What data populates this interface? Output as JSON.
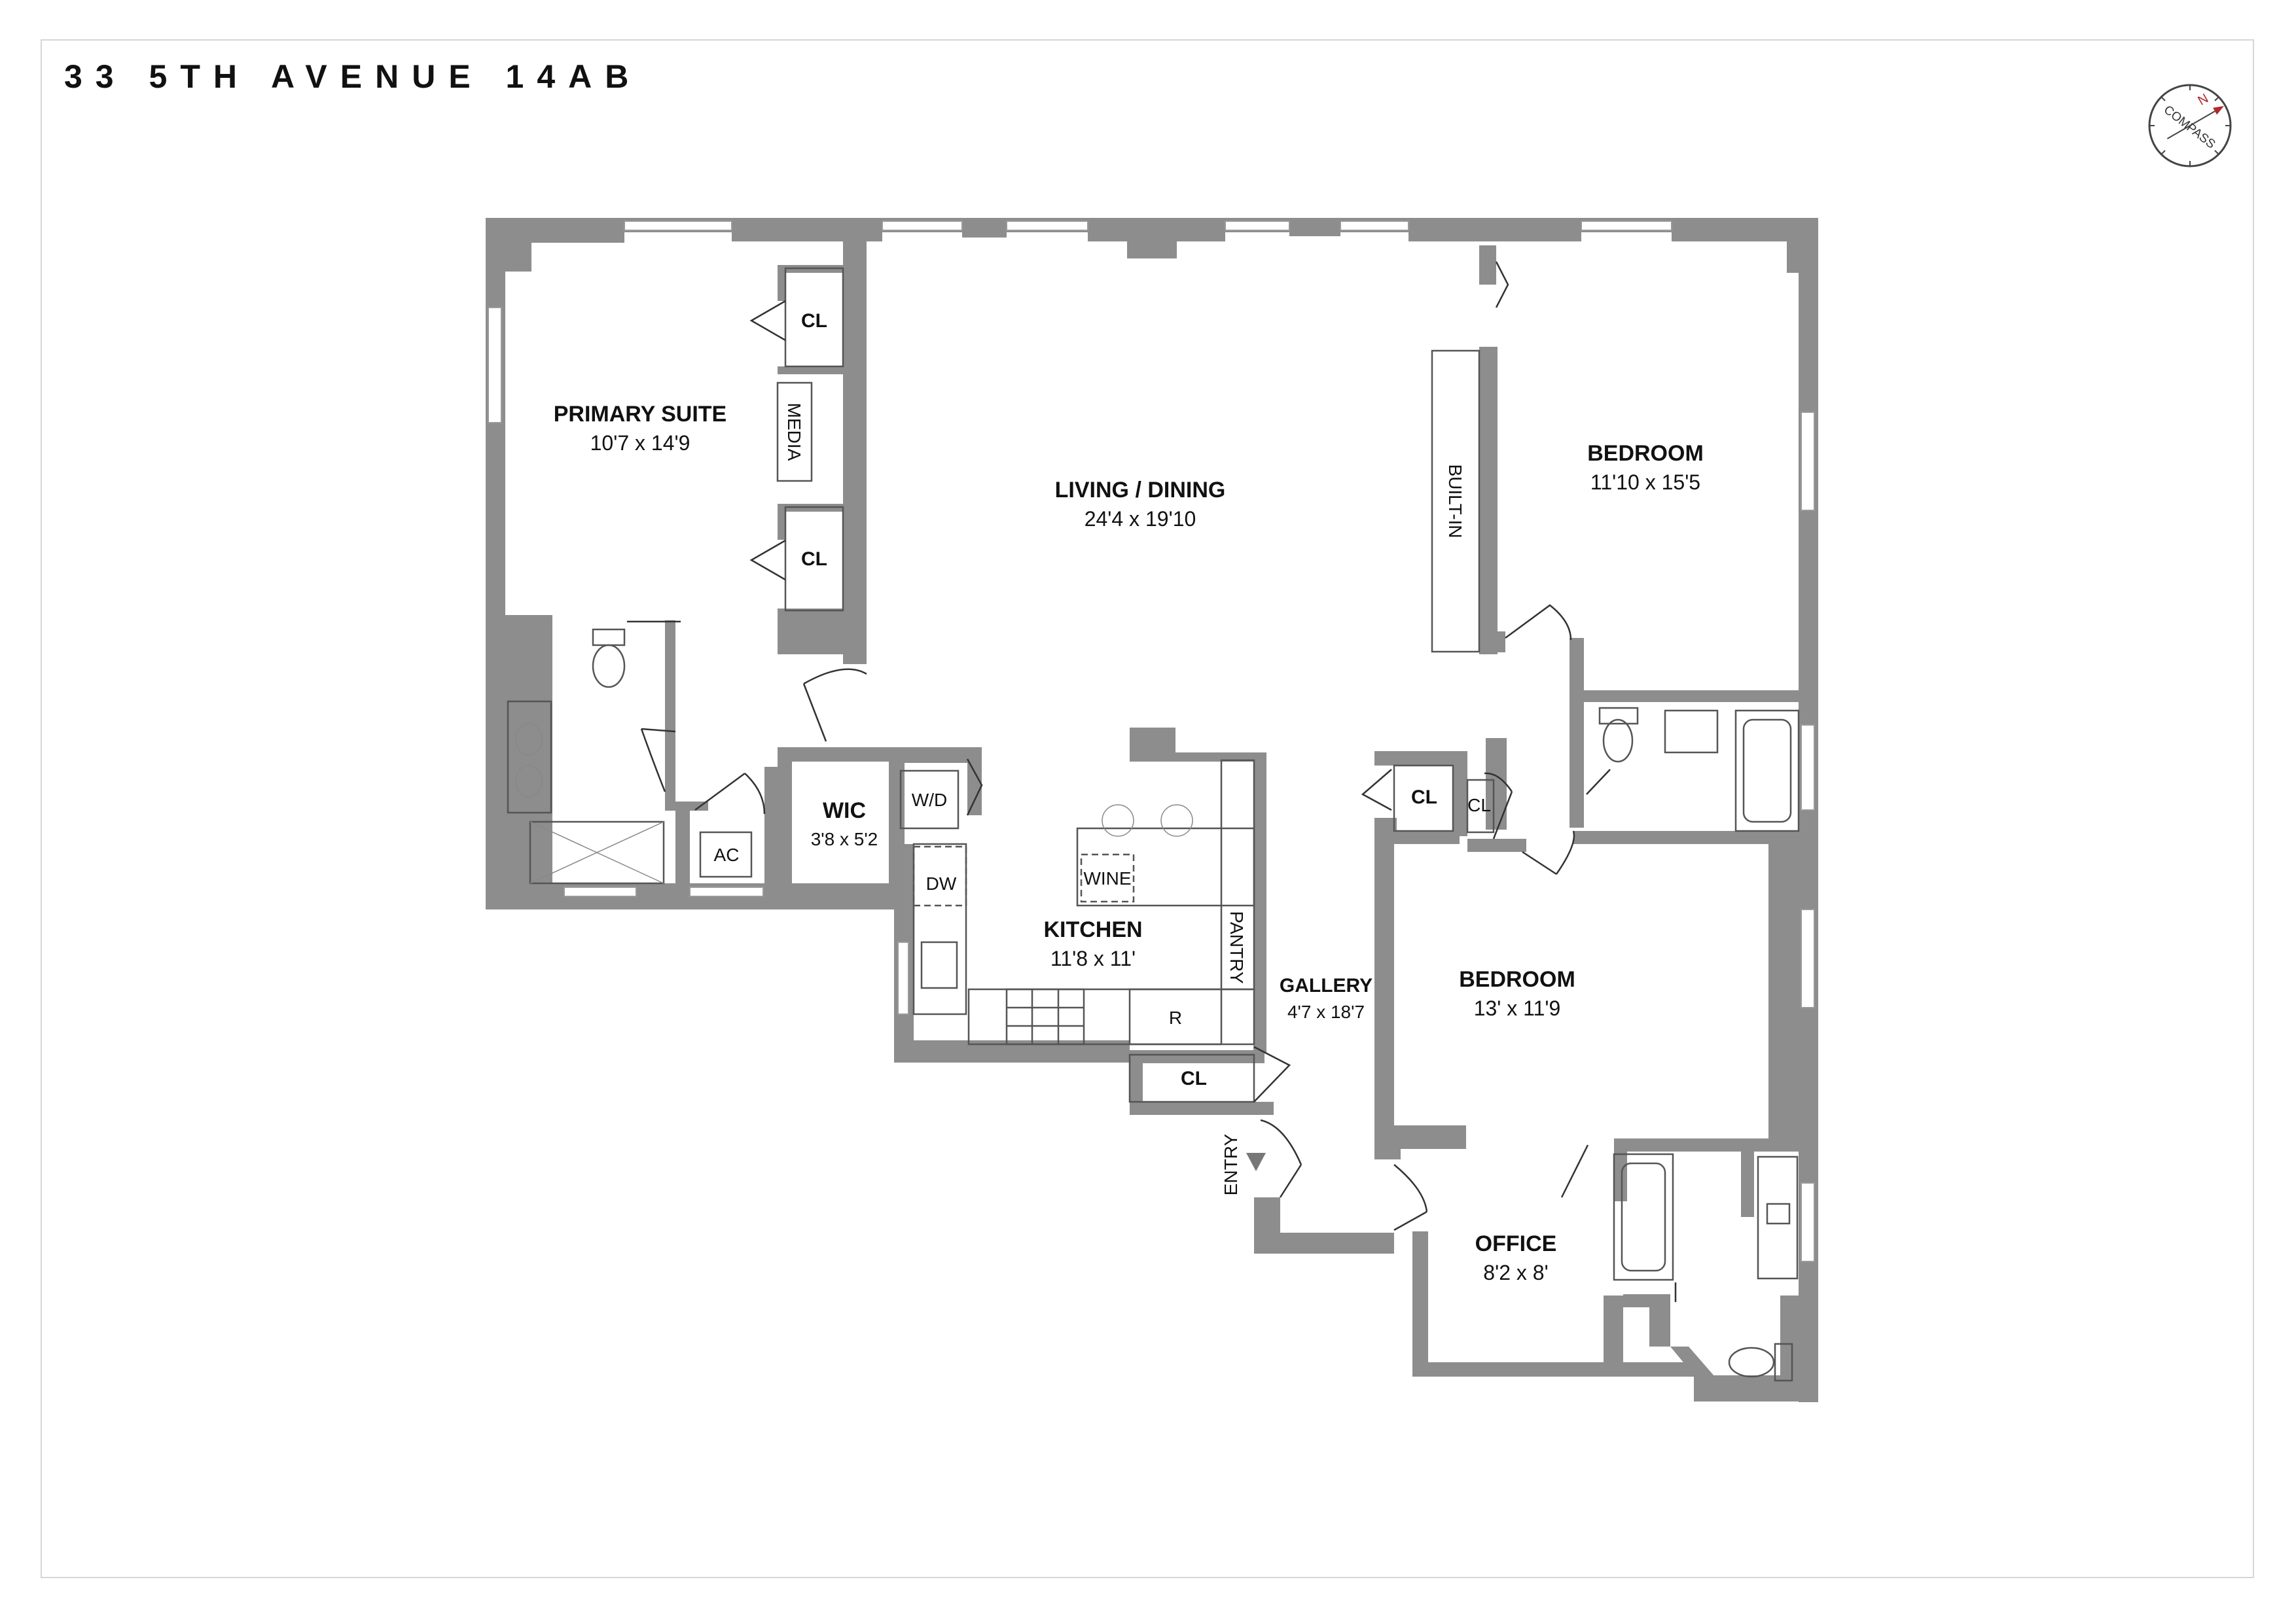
{
  "title": "33 5TH AVENUE 14AB",
  "compass": {
    "label": "COMPASS",
    "north": "N"
  },
  "rooms": {
    "primary_suite": {
      "name": "PRIMARY SUITE",
      "dims": "10'7 x 14'9"
    },
    "living_dining": {
      "name": "LIVING / DINING",
      "dims": "24'4 x 19'10"
    },
    "bedroom_1": {
      "name": "BEDROOM",
      "dims": "11'10 x 15'5"
    },
    "bedroom_2": {
      "name": "BEDROOM",
      "dims": "13' x 11'9"
    },
    "wic": {
      "name": "WIC",
      "dims": "3'8 x 5'2"
    },
    "kitchen": {
      "name": "KITCHEN",
      "dims": "11'8 x 11'"
    },
    "gallery": {
      "name": "GALLERY",
      "dims": "4'7 x 18'7"
    },
    "office": {
      "name": "OFFICE",
      "dims": "8'2 x 8'"
    }
  },
  "labels": {
    "cl": "CL",
    "media": "MEDIA",
    "built_in": "BUILT-IN",
    "wd": "W/D",
    "dw": "DW",
    "wine": "WINE",
    "pantry": "PANTRY",
    "refrigerator": "R",
    "ac": "AC",
    "entry": "ENTRY"
  },
  "colors": {
    "wall": "#8d8d8d",
    "line": "#555555",
    "frame": "#d6d6d6"
  }
}
